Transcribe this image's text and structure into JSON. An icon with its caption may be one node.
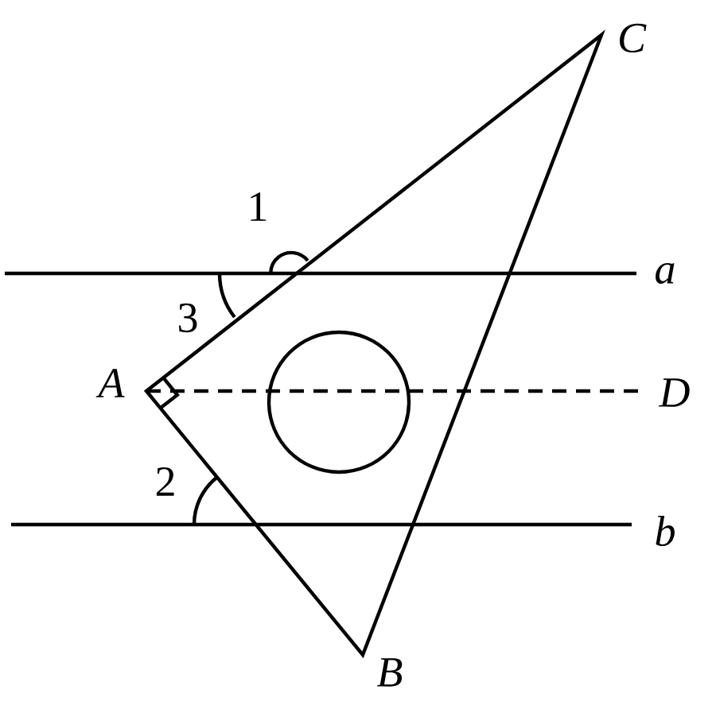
{
  "diagram": {
    "labels": [
      "C",
      "1",
      "a",
      "3",
      "A",
      "D",
      "2",
      "b",
      "B"
    ]
  }
}
